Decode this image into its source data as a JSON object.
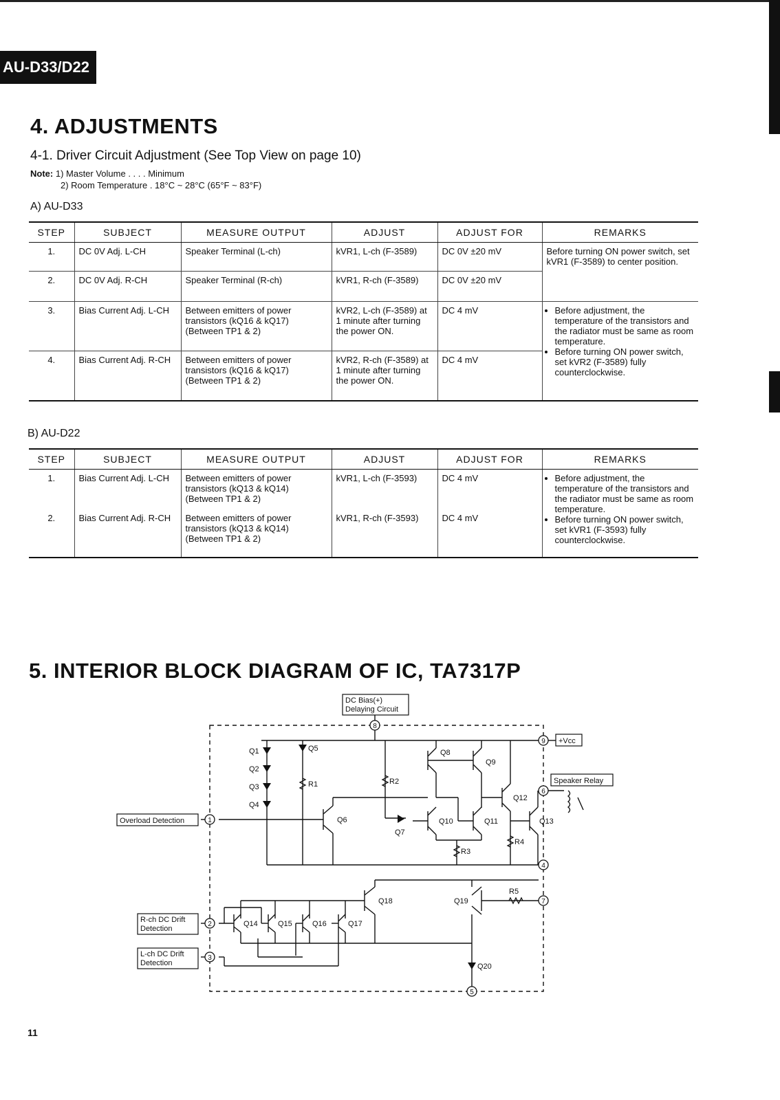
{
  "header": {
    "model": "AU-D33/D22"
  },
  "section4": {
    "title": "4. ADJUSTMENTS",
    "subtitle": "4-1. Driver Circuit Adjustment (See Top View on page 10)",
    "note_label": "Note:",
    "note1": "1) Master Volume . . . .  Minimum",
    "note2": "2) Room Temperature  .  18°C ~ 28°C (65°F ~ 83°F)"
  },
  "table_a": {
    "label": "A)  AU-D33",
    "headers": [
      "STEP",
      "SUBJECT",
      "MEASURE OUTPUT",
      "ADJUST",
      "ADJUST FOR",
      "REMARKS"
    ],
    "rows": [
      {
        "step": "1.",
        "subject": "DC 0V Adj. L-CH",
        "measure": "Speaker Terminal (L-ch)",
        "adjust": "kVR1, L-ch (F-3589)",
        "adjust_for": "DC 0V ±20 mV"
      },
      {
        "step": "2.",
        "subject": "DC 0V Adj. R-CH",
        "measure": "Speaker Terminal (R-ch)",
        "adjust": "kVR1, R-ch (F-3589)",
        "adjust_for": "DC 0V ±20 mV"
      },
      {
        "step": "3.",
        "subject": "Bias Current Adj. L-CH",
        "measure": "Between emitters of power transistors (kQ16 & kQ17) (Between TP1 & 2)",
        "adjust": "kVR2, L-ch (F-3589) at 1 minute after turning the power ON.",
        "adjust_for": "DC 4 mV"
      },
      {
        "step": "4.",
        "subject": "Bias Current Adj. R-CH",
        "measure": "Between emitters of power transistors (kQ16 & kQ17) (Between TP1 & 2)",
        "adjust": "kVR2, R-ch (F-3589) at 1 minute after turning the power ON.",
        "adjust_for": "DC 4 mV"
      }
    ],
    "remark_1": "Before turning ON power switch, set kVR1 (F-3589) to center position.",
    "remark_2a": "Before adjustment, the temperature of the transistors and the radiator must be same as room temperature.",
    "remark_2b": "Before turning ON power switch, set kVR2 (F-3589) fully counterclockwise."
  },
  "table_b": {
    "label": "B)  AU-D22",
    "headers": [
      "STEP",
      "SUBJECT",
      "MEASURE OUTPUT",
      "ADJUST",
      "ADJUST FOR",
      "REMARKS"
    ],
    "rows": [
      {
        "step": "1.",
        "subject": "Bias Current Adj. L-CH",
        "measure": "Between emitters of power transistors (kQ13 & kQ14) (Between TP1 & 2)",
        "adjust": "kVR1, L-ch (F-3593)",
        "adjust_for": "DC 4 mV"
      },
      {
        "step": "2.",
        "subject": "Bias Current Adj. R-CH",
        "measure": "Between emitters of power transistors (kQ13 & kQ14) (Between TP1 & 2)",
        "adjust": "kVR1, R-ch (F-3593)",
        "adjust_for": "DC 4 mV"
      }
    ],
    "remark_a": "Before adjustment, the temperature of the transistors and the radiator must be same as room temperature.",
    "remark_b": "Before turning ON power switch, set kVR1 (F-3593) fully counterclockwise."
  },
  "section5": {
    "title": "5. INTERIOR BLOCK DIAGRAM OF IC, TA7317P"
  },
  "diagram": {
    "dc_bias_1": "DC Bias(+)",
    "dc_bias_2": "Delaying Circuit",
    "vcc": "+Vcc",
    "speaker_relay": "Speaker Relay",
    "overload": "Overload Detection",
    "rch_1": "R-ch DC Drift",
    "rch_2": "Detection",
    "lch_1": "L-ch DC Drift",
    "lch_2": "Detection",
    "pins": [
      "1",
      "2",
      "3",
      "4",
      "5",
      "6",
      "7",
      "8",
      "9"
    ],
    "components": {
      "q1": "Q1",
      "q2": "Q2",
      "q3": "Q3",
      "q4": "Q4",
      "q5": "Q5",
      "q6": "Q6",
      "q7": "Q7",
      "q8": "Q8",
      "q9": "Q9",
      "q10": "Q10",
      "q11": "Q11",
      "q12": "Q12",
      "q13": "Q13",
      "q14": "Q14",
      "q15": "Q15",
      "q16": "Q16",
      "q17": "Q17",
      "q18": "Q18",
      "q19": "Q19",
      "q20": "Q20",
      "r1": "R1",
      "r2": "R2",
      "r3": "R3",
      "r4": "R4",
      "r5": "R5"
    }
  },
  "footer": {
    "page_number": "11"
  }
}
